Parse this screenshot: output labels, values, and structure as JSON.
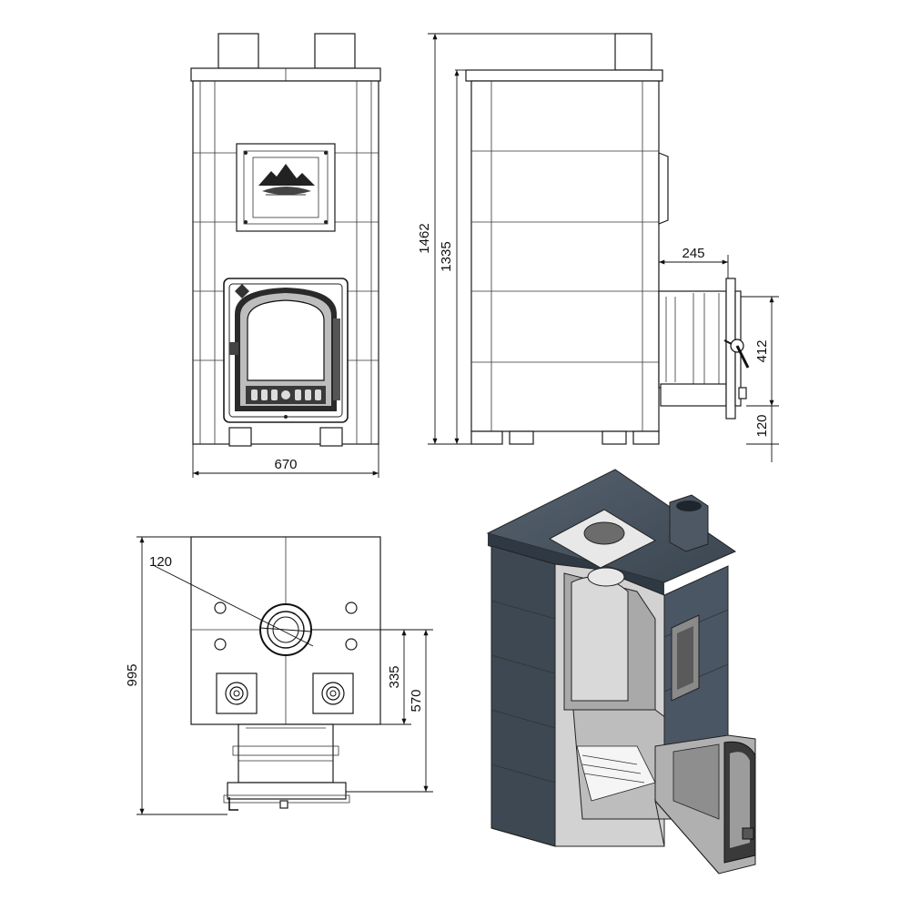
{
  "dimensions": {
    "width_front": "670",
    "height_total": "1462",
    "height_body": "1335",
    "tunnel_length": "245",
    "tunnel_height": "412",
    "tunnel_bottom": "120",
    "depth_total": "995",
    "chimney_offset": "120",
    "chimney_to_back": "335",
    "chimney_to_front": "570"
  },
  "colors": {
    "stone": "#4a5663",
    "stone_dark": "#2f3944",
    "line": "#1a1a1a"
  },
  "icons": [
    "mountain-emblem-icon",
    "door-handle-icon",
    "lever-icon"
  ]
}
